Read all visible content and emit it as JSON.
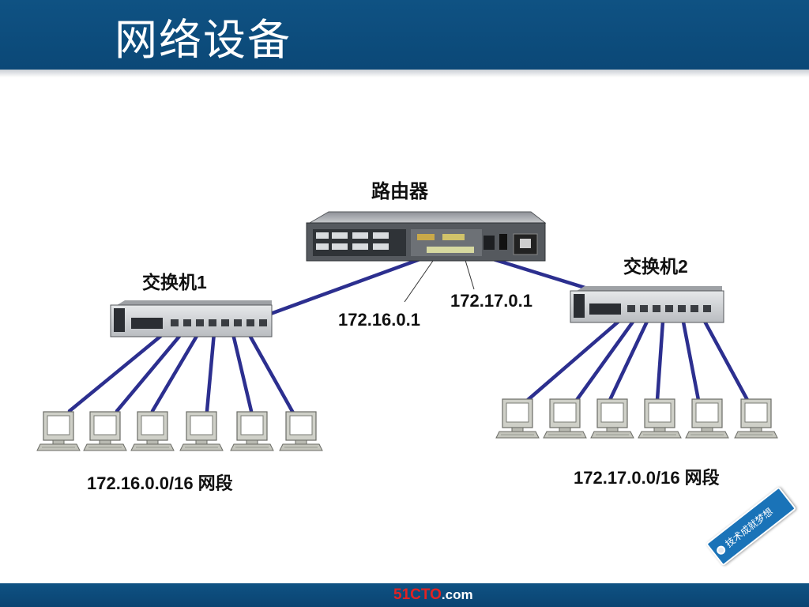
{
  "slide": {
    "title": "网络设备"
  },
  "diagram": {
    "router_label": "路由器",
    "switch1_label": "交换机1",
    "switch2_label": "交换机2",
    "router_ip_left": "172.16.0.1",
    "router_ip_right": "172.17.0.1",
    "segment_left": "172.16.0.0/16 网段",
    "segment_right": "172.17.0.0/16 网段",
    "link_color": "#2c2f8f"
  },
  "footer": {
    "brand_main": "51CTO",
    "brand_dot": ".com"
  },
  "tag": {
    "text": "技术成就梦想"
  }
}
